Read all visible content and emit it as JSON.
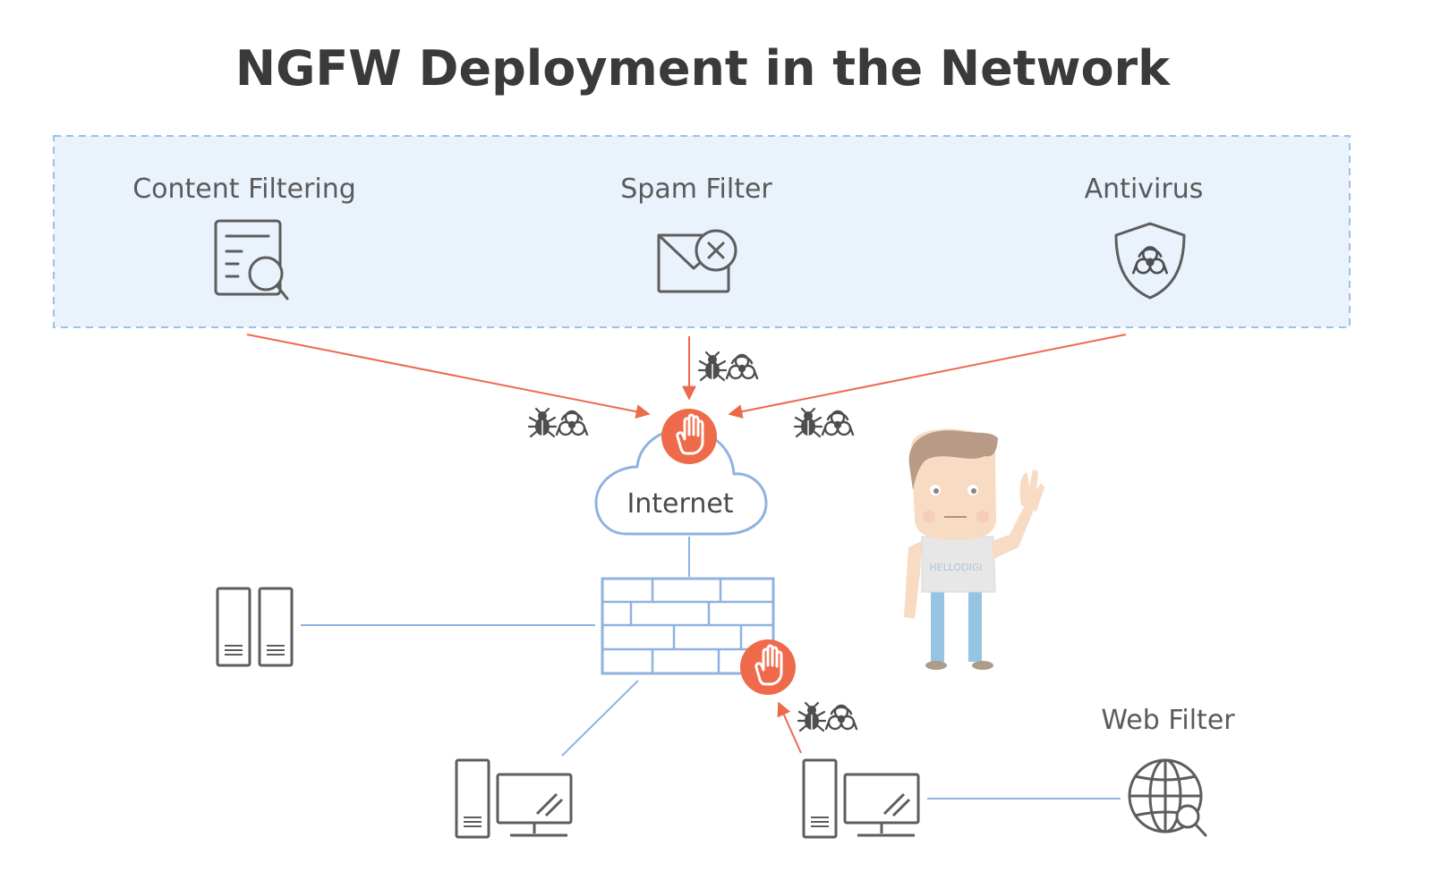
{
  "title": "NGFW Deployment in the Network",
  "services": {
    "content_filtering": "Content Filtering",
    "spam_filter": "Spam Filter",
    "antivirus": "Antivirus"
  },
  "internet_label": "Internet",
  "web_filter_label": "Web Filter",
  "mascot_shirt_text": "HELLODIGI",
  "colors": {
    "panel_fill": "#eaf2fc",
    "panel_border": "#9ebfe8",
    "threat_arrow": "#ec6a4c",
    "connection_line": "#8fb3e0",
    "block_badge": "#ef6a4a",
    "icon_gray": "#5d5d5d"
  }
}
